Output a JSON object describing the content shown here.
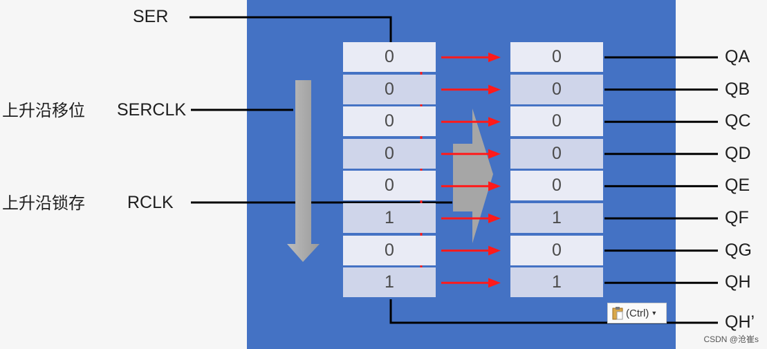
{
  "inputs": {
    "ser": "SER",
    "serclk": "SERCLK",
    "rclk": "RCLK"
  },
  "notes": {
    "shift": "上升沿移位",
    "latch": "上升沿锁存"
  },
  "shift_register": [
    "0",
    "0",
    "0",
    "0",
    "0",
    "1",
    "0",
    "1"
  ],
  "storage_register": [
    "0",
    "0",
    "0",
    "0",
    "0",
    "1",
    "0",
    "1"
  ],
  "outputs": [
    "QA",
    "QB",
    "QC",
    "QD",
    "QE",
    "QF",
    "QG",
    "QH"
  ],
  "serial_output": "QH’",
  "paste_widget": {
    "label": "(Ctrl)",
    "icon": "clipboard-icon"
  },
  "watermark": "CSDN @沧崔s",
  "colors": {
    "panel": "#4472c4",
    "arrow_red": "#ff1a1a",
    "arrow_gray": "#a6a6a6",
    "wire": "#000000"
  }
}
